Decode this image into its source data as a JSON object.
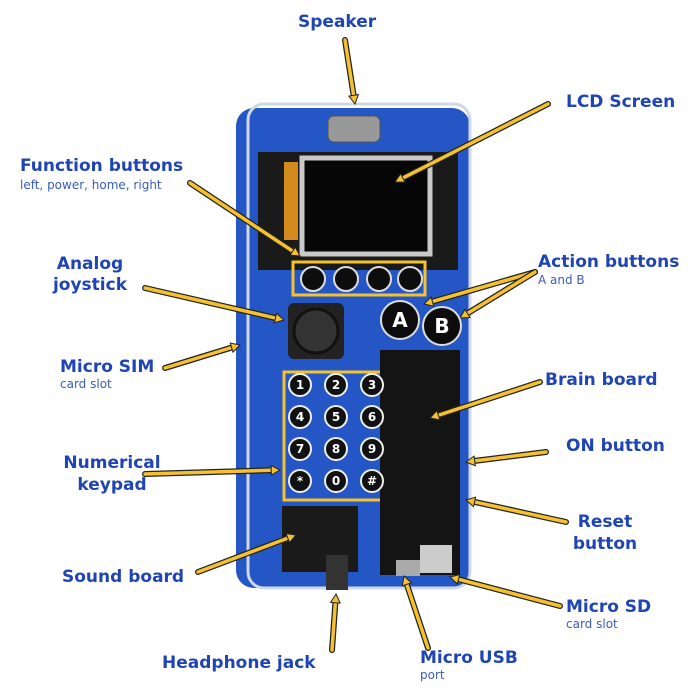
{
  "labels": {
    "speaker": "Speaker",
    "lcd": "LCD Screen",
    "function": "Function buttons",
    "function_sub": "left, power, home, right",
    "analog_1": "Analog",
    "analog_2": "joystick",
    "action": "Action buttons",
    "action_sub": "A and B",
    "sim": "Micro SIM",
    "sim_sub": "card slot",
    "brain": "Brain board",
    "on": "ON button",
    "keypad_1": "Numerical",
    "keypad_2": "keypad",
    "reset_1": "Reset",
    "reset_2": "button",
    "sound": "Sound board",
    "sd": "Micro SD",
    "sd_sub": "card slot",
    "headphone": "Headphone jack",
    "usb": "Micro USB",
    "usb_sub": "port"
  },
  "device": {
    "keys": [
      "1",
      "2",
      "3",
      "4",
      "5",
      "6",
      "7",
      "8",
      "9",
      "*",
      "0",
      "#"
    ],
    "button_a": "A",
    "button_b": "B"
  },
  "colors": {
    "label": "#1f45b5",
    "arrow": "#f5c12e",
    "body": "#2457c5"
  }
}
